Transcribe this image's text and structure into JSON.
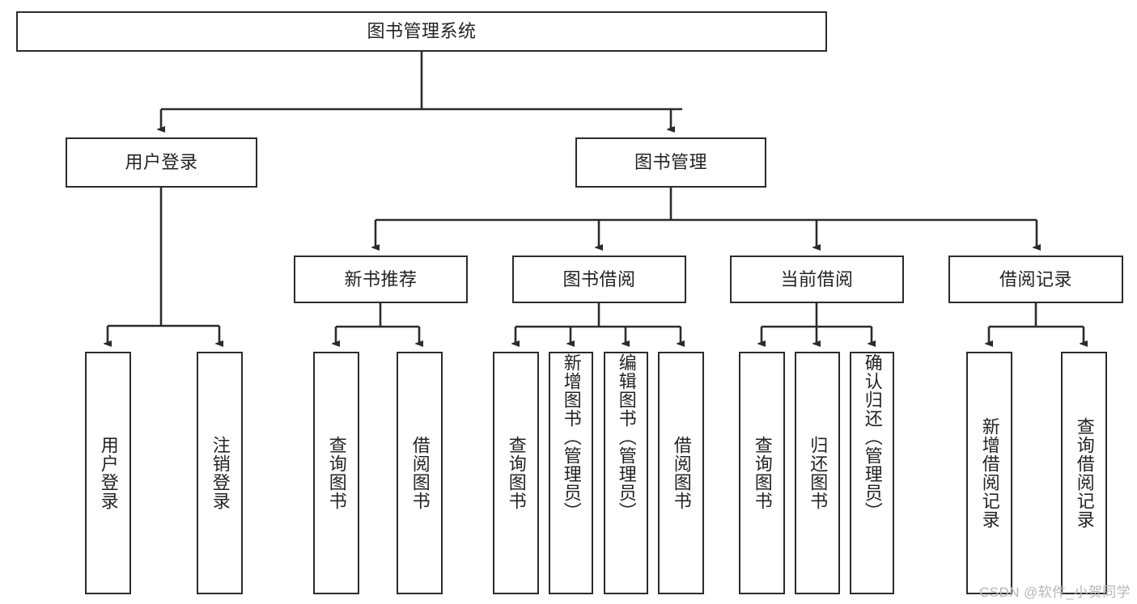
{
  "diagram": {
    "title": "图书管理系统",
    "type": "hierarchy-tree",
    "watermark": "CSDN @软件_小贺同学",
    "colors": {
      "box_border": "#2b2b2b",
      "box_fill": "#ffffff",
      "edge": "#2b2b2b",
      "text": "#232323",
      "watermark": "#b6b6b6",
      "background": "#ffffff"
    },
    "levels": {
      "level1": [
        {
          "id": "root",
          "label": "图书管理系统"
        }
      ],
      "level2": [
        {
          "id": "user-login",
          "label": "用户登录"
        },
        {
          "id": "book-management",
          "label": "图书管理"
        }
      ],
      "level3": [
        {
          "id": "new-book-recommend",
          "label": "新书推荐"
        },
        {
          "id": "book-borrow",
          "label": "图书借阅"
        },
        {
          "id": "current-borrow",
          "label": "当前借阅"
        },
        {
          "id": "borrow-record",
          "label": "借阅记录"
        }
      ],
      "level4": [
        {
          "id": "leaf-user-login",
          "label": "用户登录",
          "parent": "user-login"
        },
        {
          "id": "leaf-user-logout",
          "label": "注销登录",
          "parent": "user-login"
        },
        {
          "id": "leaf-query-book-1",
          "label": "查询图书",
          "parent": "new-book-recommend"
        },
        {
          "id": "leaf-borrow-book-1",
          "label": "借阅图书",
          "parent": "new-book-recommend"
        },
        {
          "id": "leaf-query-book-2",
          "label": "查询图书",
          "parent": "book-borrow"
        },
        {
          "id": "leaf-add-book",
          "label": "新增图书（管理员）",
          "parent": "book-borrow"
        },
        {
          "id": "leaf-edit-book",
          "label": "编辑图书（管理员）",
          "parent": "book-borrow"
        },
        {
          "id": "leaf-borrow-book-2",
          "label": "借阅图书",
          "parent": "book-borrow"
        },
        {
          "id": "leaf-query-book-3",
          "label": "查询图书",
          "parent": "current-borrow"
        },
        {
          "id": "leaf-return-book",
          "label": "归还图书",
          "parent": "current-borrow"
        },
        {
          "id": "leaf-confirm-return",
          "label": "确认归还（管理员）",
          "parent": "current-borrow"
        },
        {
          "id": "leaf-add-record",
          "label": "新增借阅记录",
          "parent": "borrow-record"
        },
        {
          "id": "leaf-query-record",
          "label": "查询借阅记录",
          "parent": "borrow-record"
        }
      ]
    }
  }
}
